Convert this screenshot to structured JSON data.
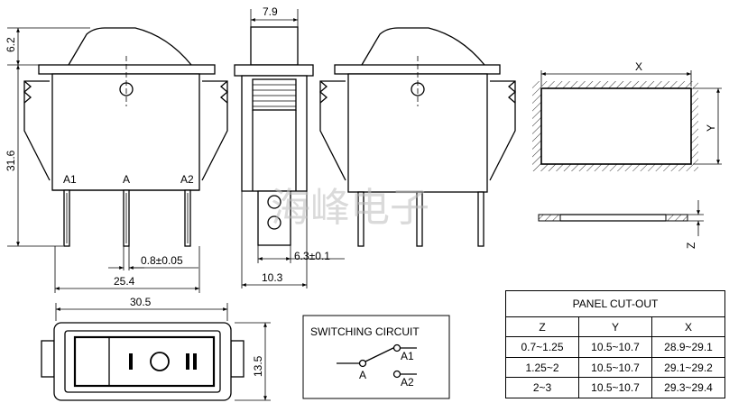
{
  "dimensions": {
    "front_height_cap": "6.2",
    "front_height_body": "31.6",
    "side_width_top": "7.9",
    "side_terminal_width": "6.3±0.1",
    "side_body_width": "10.3",
    "pin_spacing_total": "25.4",
    "pin_thickness": "0.8±0.05",
    "top_view_length": "30.5",
    "top_view_height": "13.5",
    "panel_x": "X",
    "panel_y": "Y",
    "panel_z": "Z"
  },
  "terminals": {
    "a1": "A1",
    "a": "A",
    "a2": "A2"
  },
  "switching_circuit": {
    "title": "SWITCHING CIRCUIT",
    "a": "A",
    "a1": "A1",
    "a2": "A2"
  },
  "panel_table": {
    "title": "PANEL CUT-OUT",
    "headers": [
      "Z",
      "Y",
      "X"
    ],
    "rows": [
      [
        "0.7~1.25",
        "10.5~10.7",
        "28.9~29.1"
      ],
      [
        "1.25~2",
        "10.5~10.7",
        "29.1~29.2"
      ],
      [
        "2~3",
        "10.5~10.7",
        "29.3~29.4"
      ]
    ]
  },
  "watermark": "海峰电子"
}
